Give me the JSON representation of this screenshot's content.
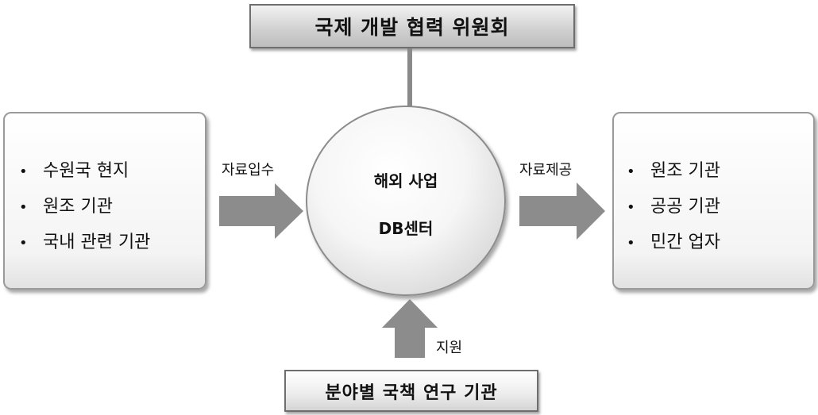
{
  "top": {
    "title": "국제 개발 협력 위원회"
  },
  "center": {
    "line1": "해외 사업",
    "line2": "DB센터"
  },
  "left": {
    "items": [
      "수원국 현지",
      "원조 기관",
      "국내 관련 기관"
    ]
  },
  "right": {
    "items": [
      "원조 기관",
      "공공 기관",
      "민간 업자"
    ]
  },
  "bottom": {
    "title": "분야별 국책 연구 기관"
  },
  "arrows": {
    "input_label": "자료입수",
    "output_label": "자료제공",
    "support_label": "지원",
    "color": "#8c8c8c"
  },
  "bullet": "•"
}
